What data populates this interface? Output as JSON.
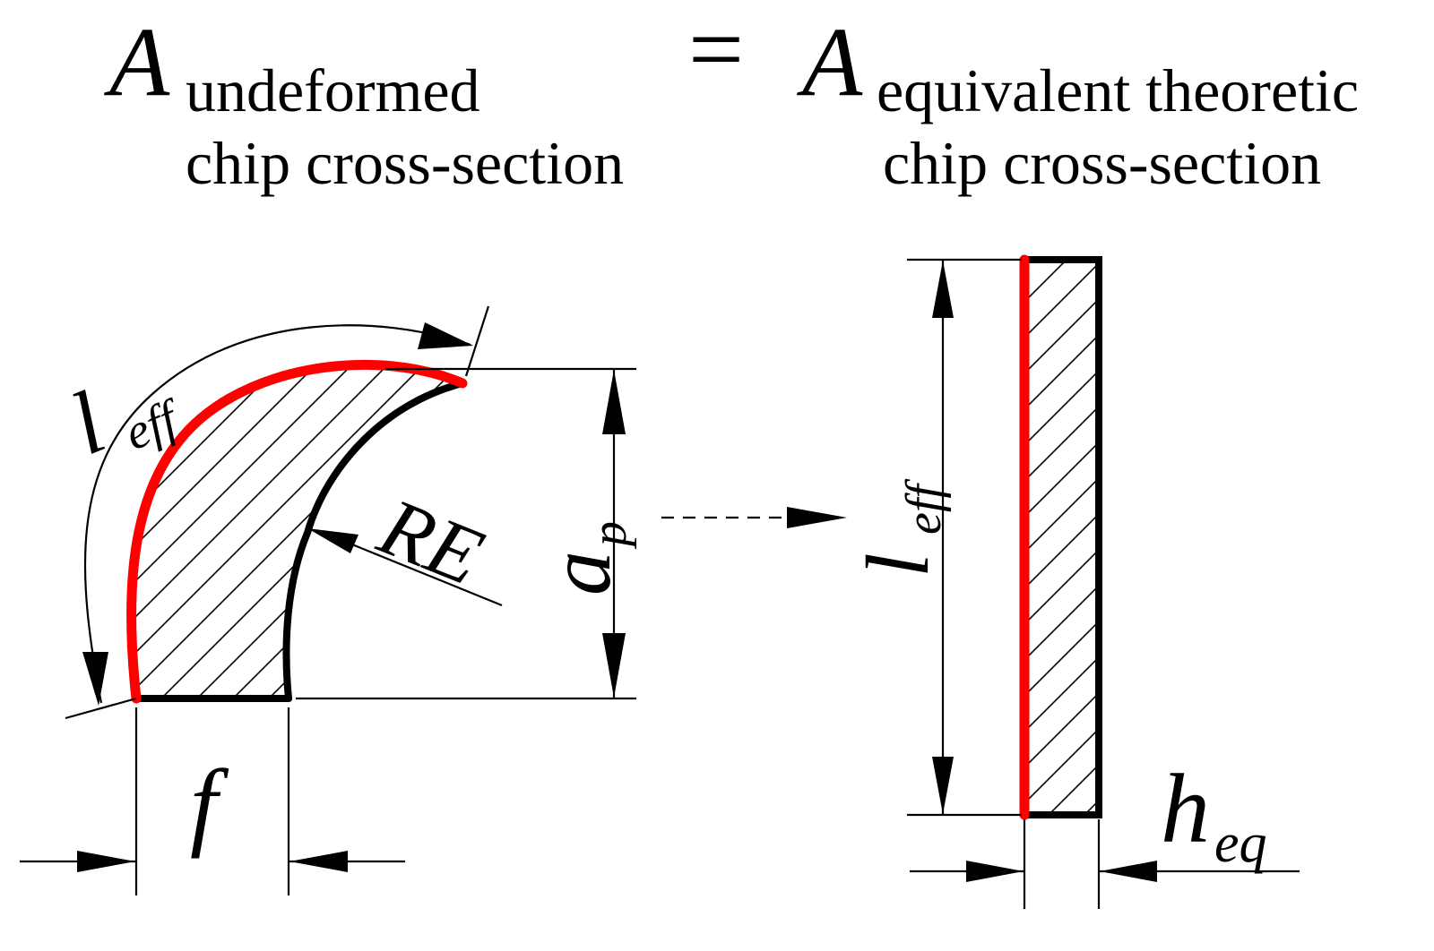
{
  "formula": {
    "left_symbol": "A",
    "left_subscript_line1": "undeformed",
    "left_subscript_line2": "chip cross-section",
    "equals": "=",
    "right_symbol": "A",
    "right_subscript_line1": "equivalent theoretic",
    "right_subscript_line2": "chip cross-section"
  },
  "left_figure": {
    "arc_length_symbol": "l",
    "arc_length_subscript": "eff",
    "radius_label": "RE",
    "depth_symbol": "a",
    "depth_subscript": "p",
    "feed_label": "f"
  },
  "right_figure": {
    "length_symbol": "l",
    "length_subscript": "eff",
    "thickness_symbol": "h",
    "thickness_subscript": "eq"
  },
  "colors": {
    "cutting_edge": "#ff0000",
    "outline": "#000000",
    "background": "#ffffff"
  }
}
